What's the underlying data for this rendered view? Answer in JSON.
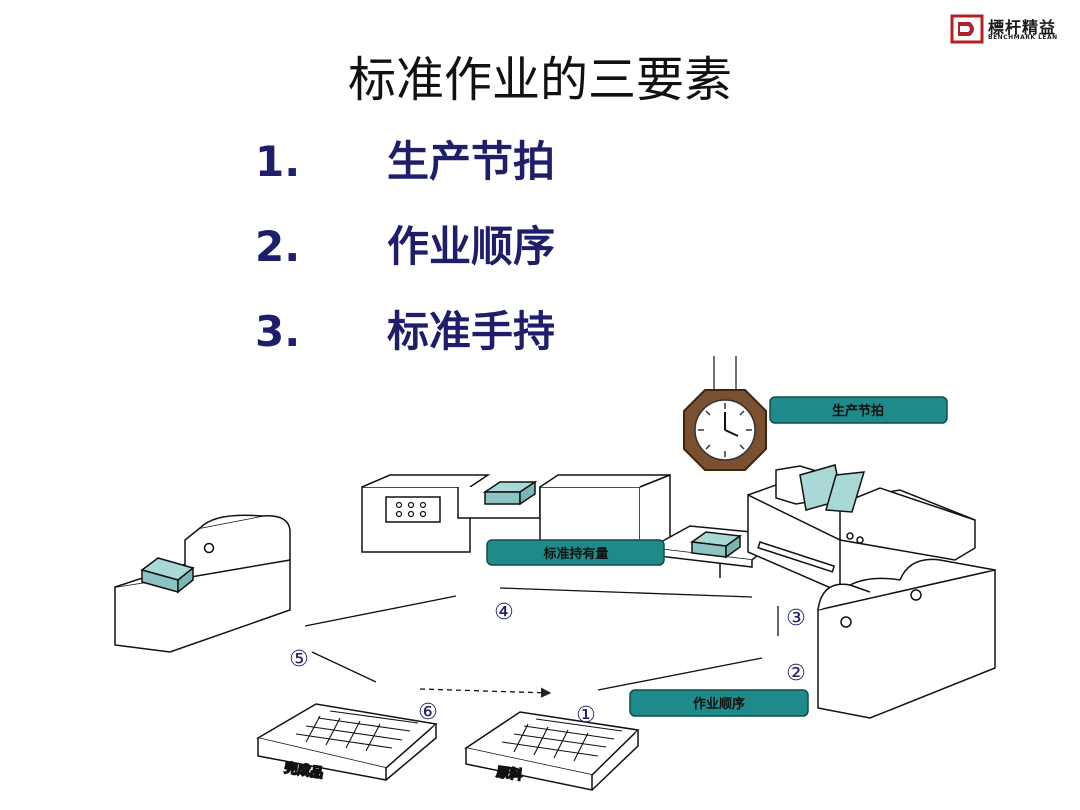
{
  "header": {
    "logo_name": "標杆精益",
    "logo_sub": "BENCHMARK LEAN"
  },
  "title": "标准作业的三要素",
  "elements": [
    {
      "num": "1.",
      "label": "生产节拍"
    },
    {
      "num": "2.",
      "label": "作业顺序"
    },
    {
      "num": "3.",
      "label": "标准手持"
    }
  ],
  "diagram": {
    "tag_takt": "生产节拍",
    "tag_stock": "标准持有量",
    "tag_sequence": "作业顺序",
    "steps": [
      "①",
      "②",
      "③",
      "④",
      "⑤",
      "⑥"
    ],
    "finished_label": "完成品",
    "raw_label": "原料",
    "colors": {
      "tag_fill": "#1f8a8a",
      "tag_border": "#0d4d4d",
      "text_navy": "#1e1e6a",
      "clock_rim": "#7a5030",
      "box_fill": "#a8d8d8"
    }
  }
}
